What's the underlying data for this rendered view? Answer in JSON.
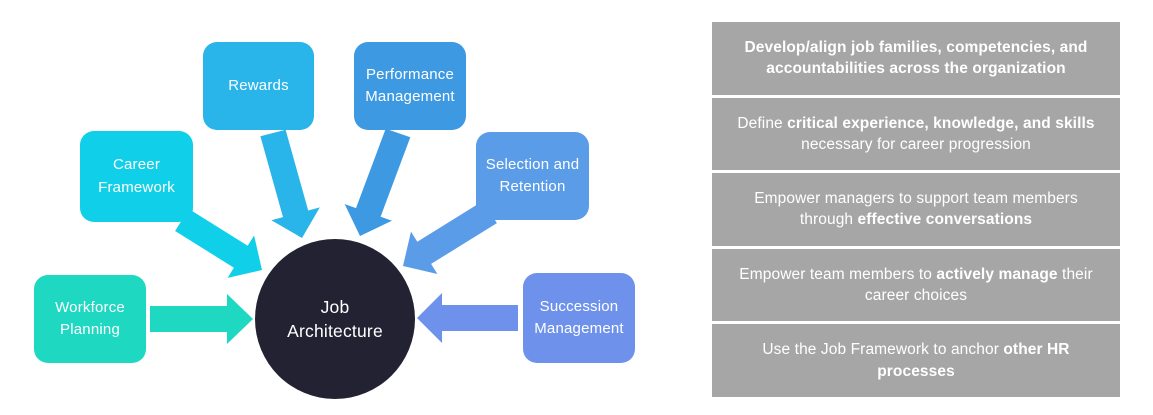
{
  "diagram": {
    "center": {
      "label": "Job Architecture",
      "color": "#232233"
    },
    "boxes": [
      {
        "label": "Workforce Planning",
        "color": "#1ed8c2"
      },
      {
        "label": "Career Framework",
        "color": "#10d0e9"
      },
      {
        "label": "Rewards",
        "color": "#29b5e9"
      },
      {
        "label": "Performance Management",
        "color": "#3c99e2"
      },
      {
        "label": "Selection and Retention",
        "color": "#5b9ce9"
      },
      {
        "label": "Succession Management",
        "color": "#6e92ec"
      }
    ],
    "arrows": [
      {
        "name": "workforce-arrow",
        "color": "#1ed8c2"
      },
      {
        "name": "career-arrow",
        "color": "#10d0e9"
      },
      {
        "name": "rewards-arrow",
        "color": "#29b5e9"
      },
      {
        "name": "performance-arrow",
        "color": "#3c99e2"
      },
      {
        "name": "selection-arrow",
        "color": "#5b9ce9"
      },
      {
        "name": "succession-arrow",
        "color": "#6e92ec"
      }
    ]
  },
  "panel": {
    "background": "#a6a6a6",
    "text_color": "#ffffff",
    "rows": [
      {
        "segments": [
          {
            "text": "Develop/align job families, competencies, and accountabilities across the organization",
            "bold": true
          }
        ]
      },
      {
        "segments": [
          {
            "text": "Define ",
            "bold": false
          },
          {
            "text": "critical experience, knowledge, and skills",
            "bold": true
          },
          {
            "text": " necessary for career progression",
            "bold": false
          }
        ]
      },
      {
        "segments": [
          {
            "text": "Empower managers to support team members through ",
            "bold": false
          },
          {
            "text": "effective conversations",
            "bold": true
          }
        ]
      },
      {
        "segments": [
          {
            "text": "Empower team members to ",
            "bold": false
          },
          {
            "text": "actively manage",
            "bold": true
          },
          {
            "text": " their career choices",
            "bold": false
          }
        ]
      },
      {
        "segments": [
          {
            "text": "Use the Job Framework to anchor ",
            "bold": false
          },
          {
            "text": "other HR processes",
            "bold": true
          }
        ]
      }
    ]
  }
}
